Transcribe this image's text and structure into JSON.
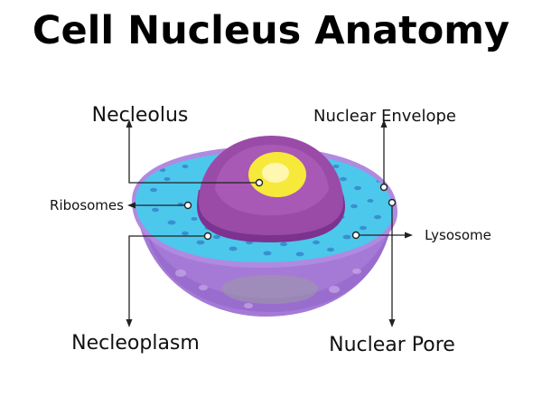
{
  "title": "Cell Nucleus Anatomy",
  "labels": {
    "nucleolus": "Necleolus",
    "nuclear_envelope": "Nuclear Envelope",
    "ribosomes": "Ribosomes",
    "lysosome": "Lysosome",
    "nucleoplasm": "Necleoplasm",
    "nuclear_pore": "Nuclear Pore"
  },
  "colors": {
    "outer_shell": "#a57ad6",
    "outer_shell_dark": "#8f62c8",
    "cytoplasm": "#4cc8ec",
    "cytoplasm_dots": "#3a8fcf",
    "nucleus": "#9a4ba8",
    "nucleus_dark": "#7d3290",
    "nucleolus_ring": "#f7e93a",
    "nucleolus_core": "#fff6b0"
  }
}
